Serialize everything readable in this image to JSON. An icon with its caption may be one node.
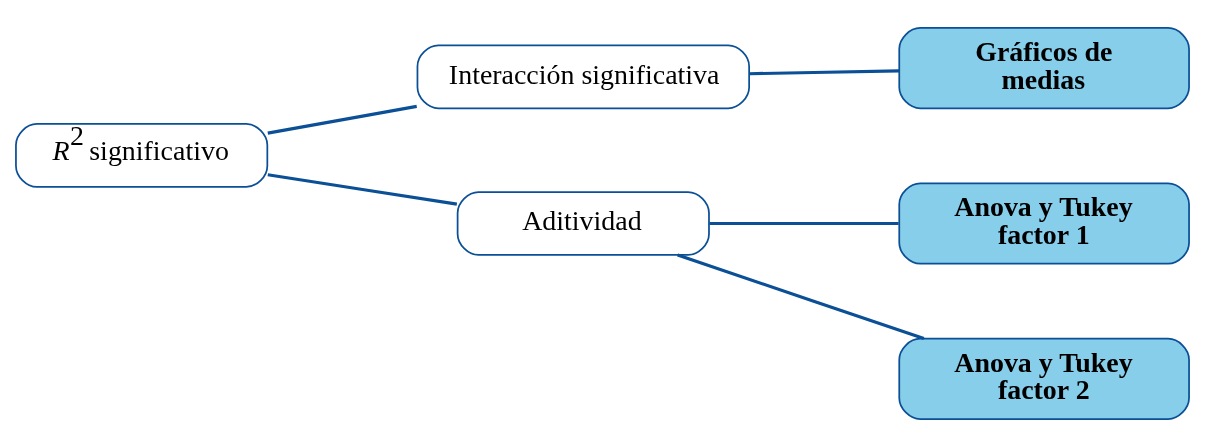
{
  "diagram": {
    "nodes": [
      {
        "text": [
          "*R*$^{2}$ significativo"
        ]
      },
      {
        "text": [
          "Interacción significativa"
        ]
      },
      {
        "text": [
          "Aditividad"
        ]
      },
      {
        "text": [
          "Gráficos de medias"
        ]
      },
      {
        "text": [
          "Anova y Tukey factor 1"
        ]
      },
      {
        "text": [
          "Anova y Tukey factor 2"
        ]
      }
    ],
    "edges": [
      {
        "from": 0,
        "to": 1,
        "arrow": "none"
      },
      {
        "from": 0,
        "to": 2,
        "arrow": "none"
      },
      {
        "from": 1,
        "to": 3,
        "arrow": "none"
      },
      {
        "from": 2,
        "to": 4,
        "arrow": "none"
      },
      {
        "from": 2,
        "to": 5,
        "arrow": "none"
      }
    ]
  }
}
